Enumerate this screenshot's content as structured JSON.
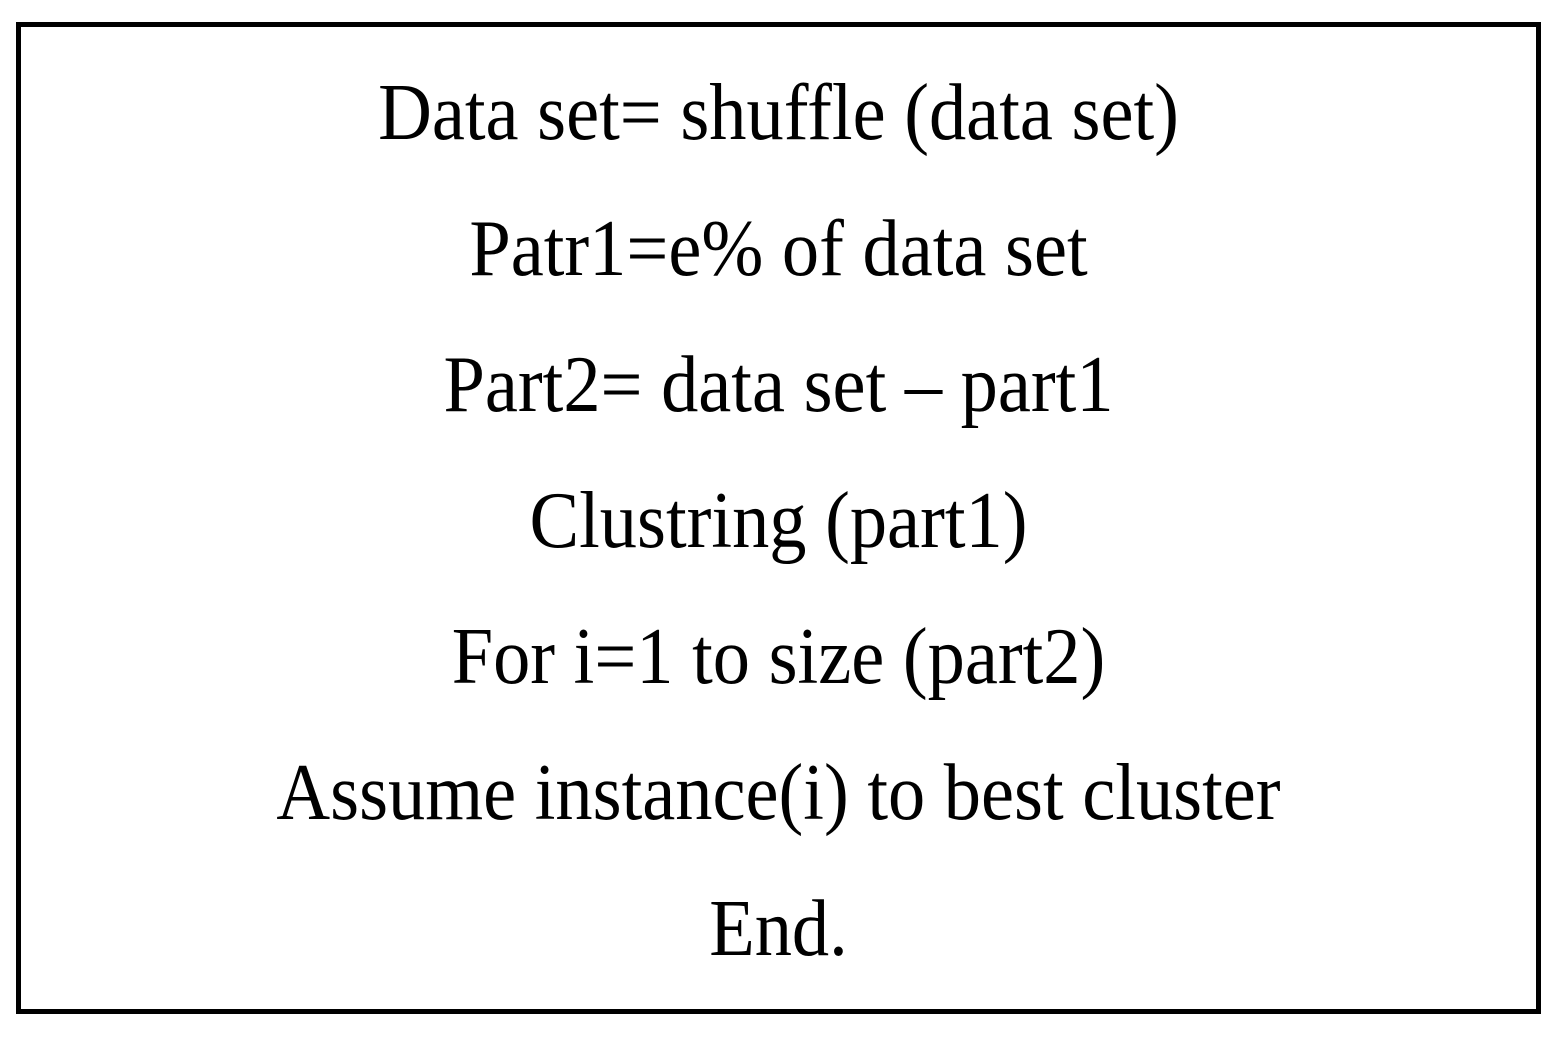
{
  "figure": {
    "name": "clustering-algorithm-pseudocode",
    "border_color": "#000000",
    "background_color": "#ffffff",
    "text_color": "#000000",
    "lines": [
      {
        "id": "line-1",
        "text": "Data set= shuffle (data set)"
      },
      {
        "id": "line-2",
        "text": "Patr1=e% of data set"
      },
      {
        "id": "line-3",
        "text": "Part2= data set – part1"
      },
      {
        "id": "line-4",
        "text": "Clustring (part1)"
      },
      {
        "id": "line-5",
        "text": "For i=1 to size (part2)"
      },
      {
        "id": "line-6",
        "text": "Assume instance(i) to best cluster"
      },
      {
        "id": "line-7",
        "text": "End."
      }
    ]
  }
}
